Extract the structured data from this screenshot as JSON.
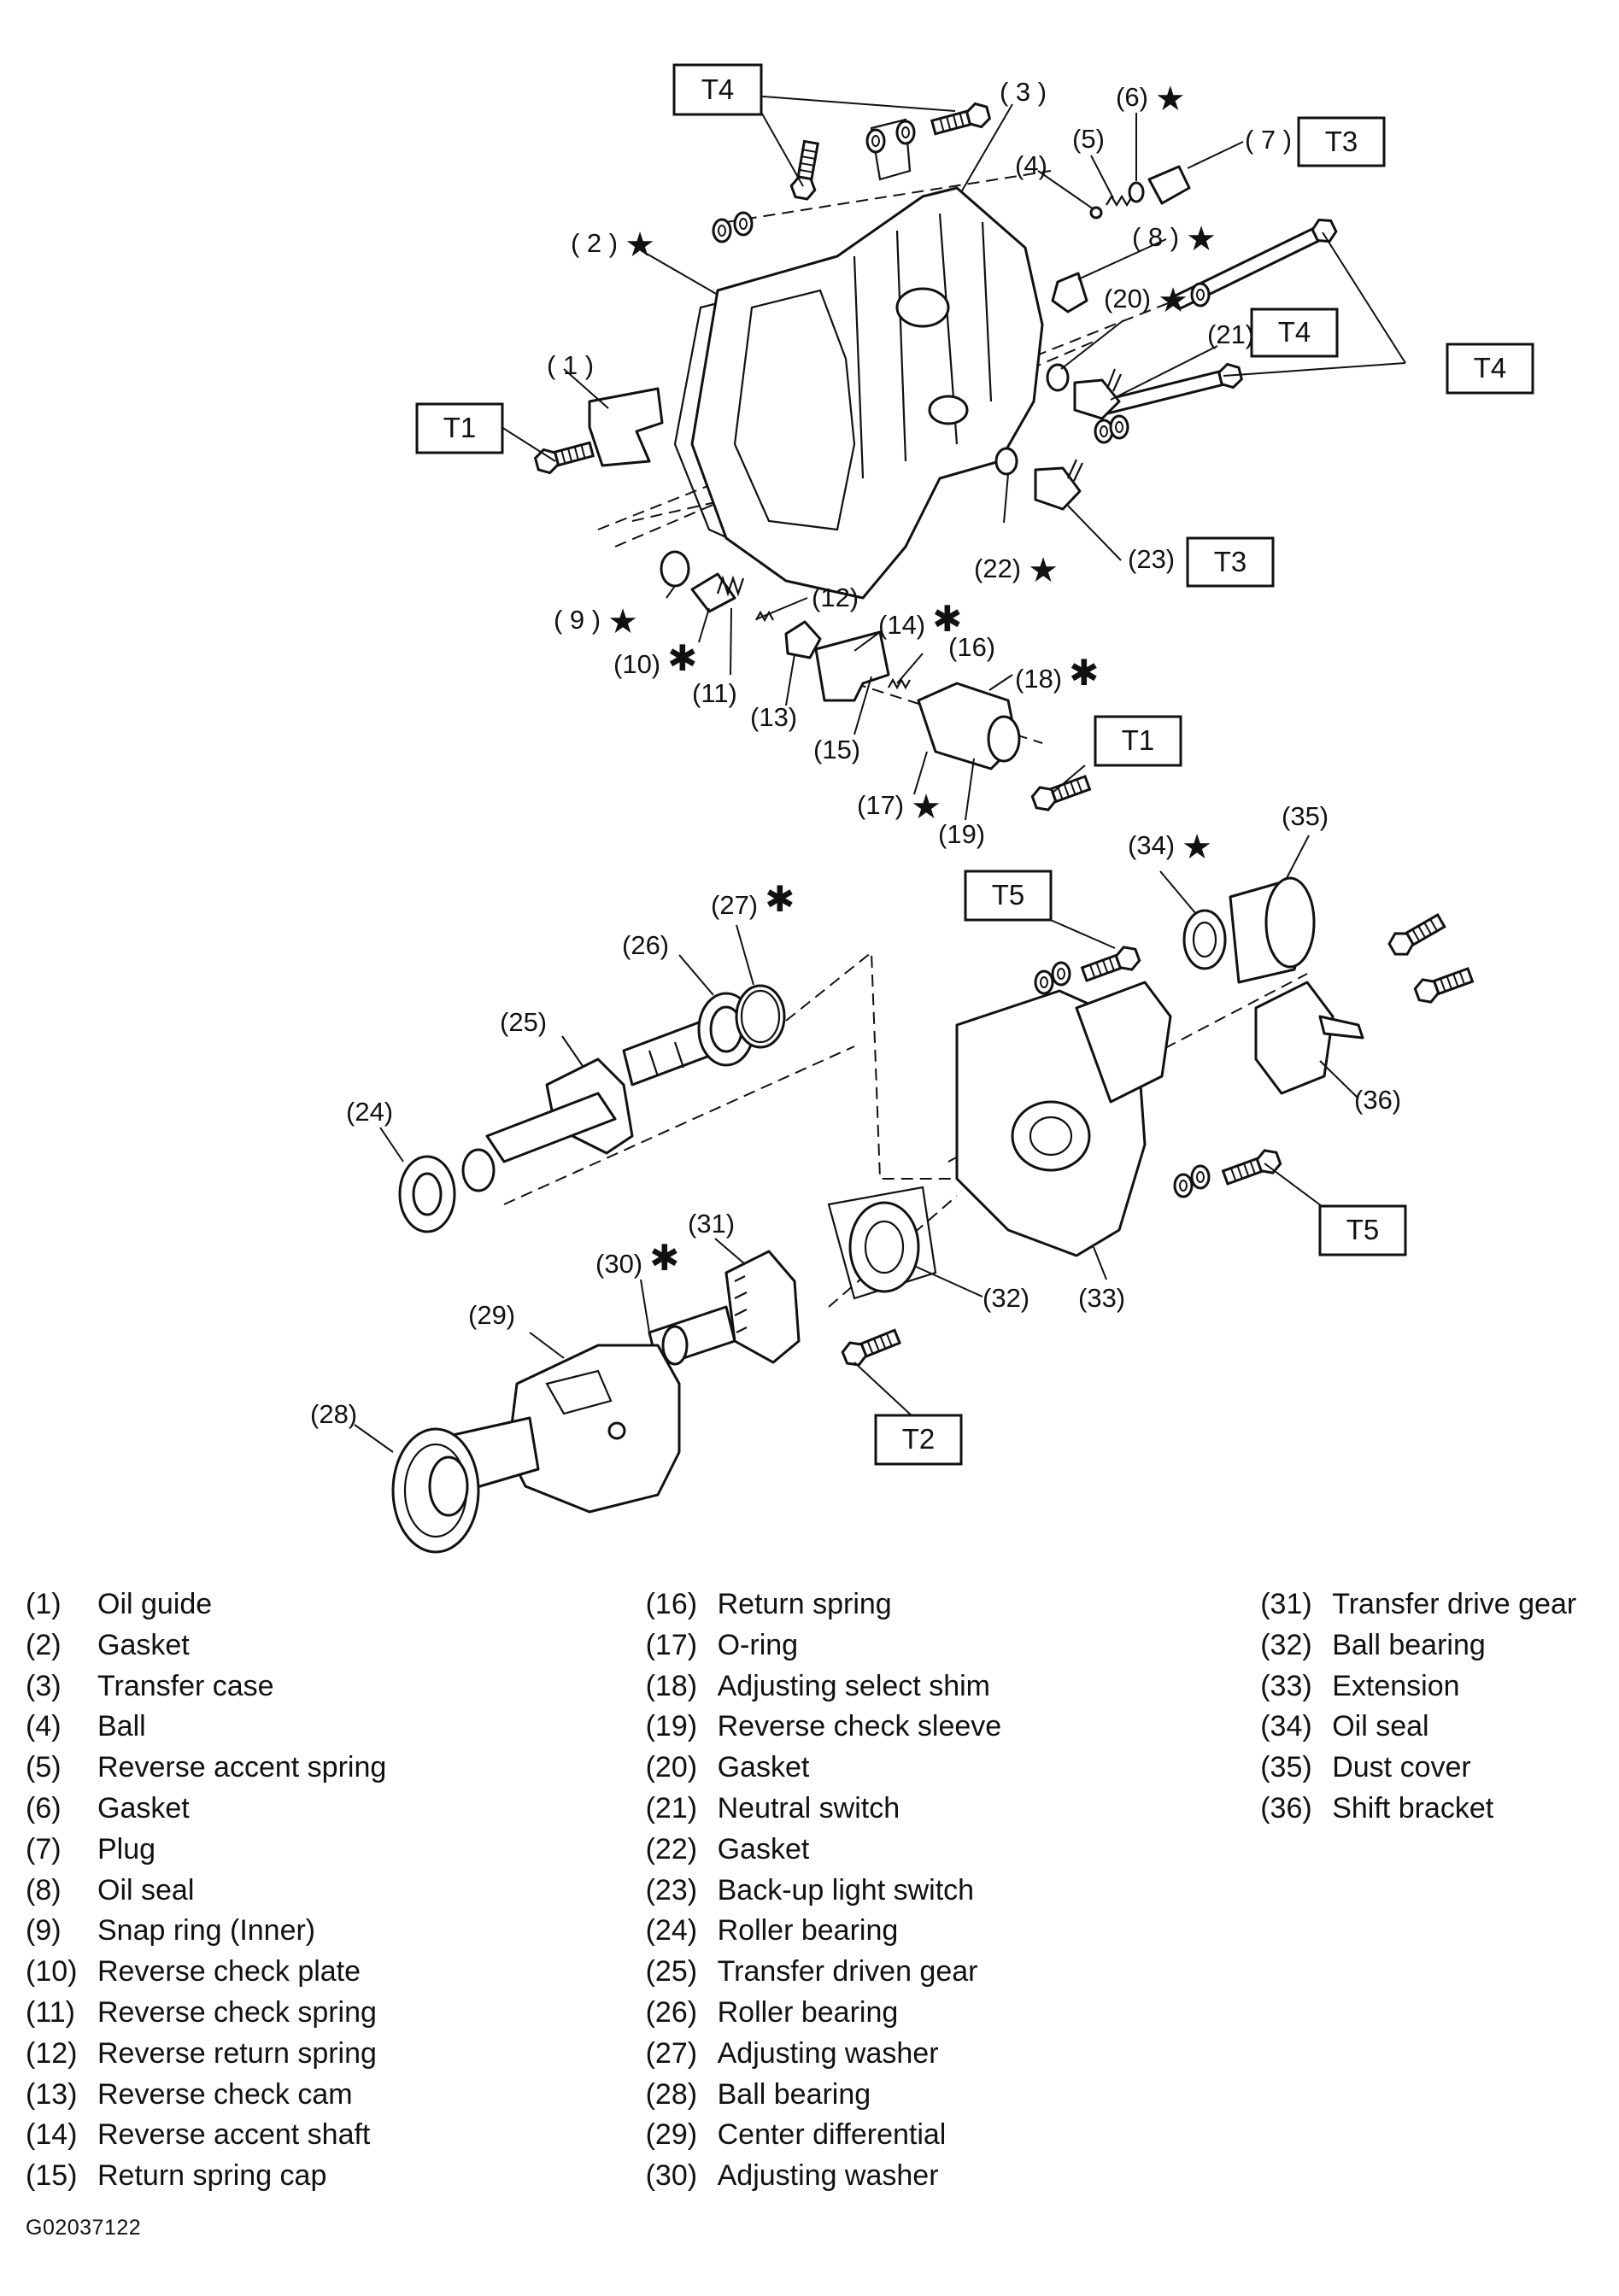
{
  "figure_code": "G02037122",
  "callouts": [
    {
      "id": "1",
      "label": "( 1 )",
      "mark": ""
    },
    {
      "id": "2",
      "label": "( 2 )",
      "mark": "star"
    },
    {
      "id": "3",
      "label": "( 3 )",
      "mark": ""
    },
    {
      "id": "4",
      "label": "(4)",
      "mark": ""
    },
    {
      "id": "5",
      "label": "(5)",
      "mark": ""
    },
    {
      "id": "6",
      "label": "(6)",
      "mark": "star"
    },
    {
      "id": "7",
      "label": "( 7 )",
      "mark": ""
    },
    {
      "id": "8",
      "label": "( 8 )",
      "mark": "star"
    },
    {
      "id": "9",
      "label": "( 9 )",
      "mark": "star"
    },
    {
      "id": "10",
      "label": "(10)",
      "mark": "asterisk"
    },
    {
      "id": "11",
      "label": "(11)",
      "mark": ""
    },
    {
      "id": "12",
      "label": "(12)",
      "mark": ""
    },
    {
      "id": "13",
      "label": "(13)",
      "mark": ""
    },
    {
      "id": "14",
      "label": "(14)",
      "mark": "asterisk"
    },
    {
      "id": "15",
      "label": "(15)",
      "mark": ""
    },
    {
      "id": "16",
      "label": "(16)",
      "mark": ""
    },
    {
      "id": "17",
      "label": "(17)",
      "mark": "star"
    },
    {
      "id": "18",
      "label": "(18)",
      "mark": "asterisk"
    },
    {
      "id": "19",
      "label": "(19)",
      "mark": ""
    },
    {
      "id": "20",
      "label": "(20)",
      "mark": "star"
    },
    {
      "id": "21",
      "label": "(21)",
      "mark": ""
    },
    {
      "id": "22",
      "label": "(22)",
      "mark": "star"
    },
    {
      "id": "23",
      "label": "(23)",
      "mark": ""
    },
    {
      "id": "24",
      "label": "(24)",
      "mark": ""
    },
    {
      "id": "25",
      "label": "(25)",
      "mark": ""
    },
    {
      "id": "26",
      "label": "(26)",
      "mark": ""
    },
    {
      "id": "27",
      "label": "(27)",
      "mark": "asterisk"
    },
    {
      "id": "28",
      "label": "(28)",
      "mark": ""
    },
    {
      "id": "29",
      "label": "(29)",
      "mark": ""
    },
    {
      "id": "30",
      "label": "(30)",
      "mark": "asterisk"
    },
    {
      "id": "31",
      "label": "(31)",
      "mark": ""
    },
    {
      "id": "32",
      "label": "(32)",
      "mark": ""
    },
    {
      "id": "33",
      "label": "(33)",
      "mark": ""
    },
    {
      "id": "34",
      "label": "(34)",
      "mark": "star"
    },
    {
      "id": "35",
      "label": "(35)",
      "mark": ""
    },
    {
      "id": "36",
      "label": "(36)",
      "mark": ""
    }
  ],
  "torque_tags": [
    "T4",
    "T3",
    "T4",
    "T4",
    "T1",
    "T3",
    "T1",
    "T5",
    "T5",
    "T2"
  ],
  "legend": {
    "columns": [
      [
        {
          "num": "(1)",
          "name": "Oil guide"
        },
        {
          "num": "(2)",
          "name": "Gasket"
        },
        {
          "num": "(3)",
          "name": "Transfer case"
        },
        {
          "num": "(4)",
          "name": "Ball"
        },
        {
          "num": "(5)",
          "name": "Reverse accent spring"
        },
        {
          "num": "(6)",
          "name": "Gasket"
        },
        {
          "num": "(7)",
          "name": "Plug"
        },
        {
          "num": "(8)",
          "name": "Oil seal"
        },
        {
          "num": "(9)",
          "name": "Snap ring (Inner)"
        },
        {
          "num": "(10)",
          "name": "Reverse check plate"
        },
        {
          "num": "(11)",
          "name": "Reverse check spring"
        },
        {
          "num": "(12)",
          "name": "Reverse return spring"
        },
        {
          "num": "(13)",
          "name": "Reverse check cam"
        },
        {
          "num": "(14)",
          "name": "Reverse accent shaft"
        },
        {
          "num": "(15)",
          "name": "Return spring cap"
        }
      ],
      [
        {
          "num": "(16)",
          "name": "Return spring"
        },
        {
          "num": "(17)",
          "name": "O-ring"
        },
        {
          "num": "(18)",
          "name": "Adjusting select shim"
        },
        {
          "num": "(19)",
          "name": "Reverse check sleeve"
        },
        {
          "num": "(20)",
          "name": "Gasket"
        },
        {
          "num": "(21)",
          "name": "Neutral switch"
        },
        {
          "num": "(22)",
          "name": "Gasket"
        },
        {
          "num": "(23)",
          "name": "Back-up light switch"
        },
        {
          "num": "(24)",
          "name": "Roller bearing"
        },
        {
          "num": "(25)",
          "name": "Transfer driven gear"
        },
        {
          "num": "(26)",
          "name": "Roller bearing"
        },
        {
          "num": "(27)",
          "name": "Adjusting washer"
        },
        {
          "num": "(28)",
          "name": "Ball bearing"
        },
        {
          "num": "(29)",
          "name": "Center differential"
        },
        {
          "num": "(30)",
          "name": "Adjusting washer"
        }
      ],
      [
        {
          "num": "(31)",
          "name": "Transfer drive gear"
        },
        {
          "num": "(32)",
          "name": "Ball bearing"
        },
        {
          "num": "(33)",
          "name": "Extension"
        },
        {
          "num": "(34)",
          "name": "Oil seal"
        },
        {
          "num": "(35)",
          "name": "Dust cover"
        },
        {
          "num": "(36)",
          "name": "Shift bracket"
        }
      ]
    ]
  }
}
